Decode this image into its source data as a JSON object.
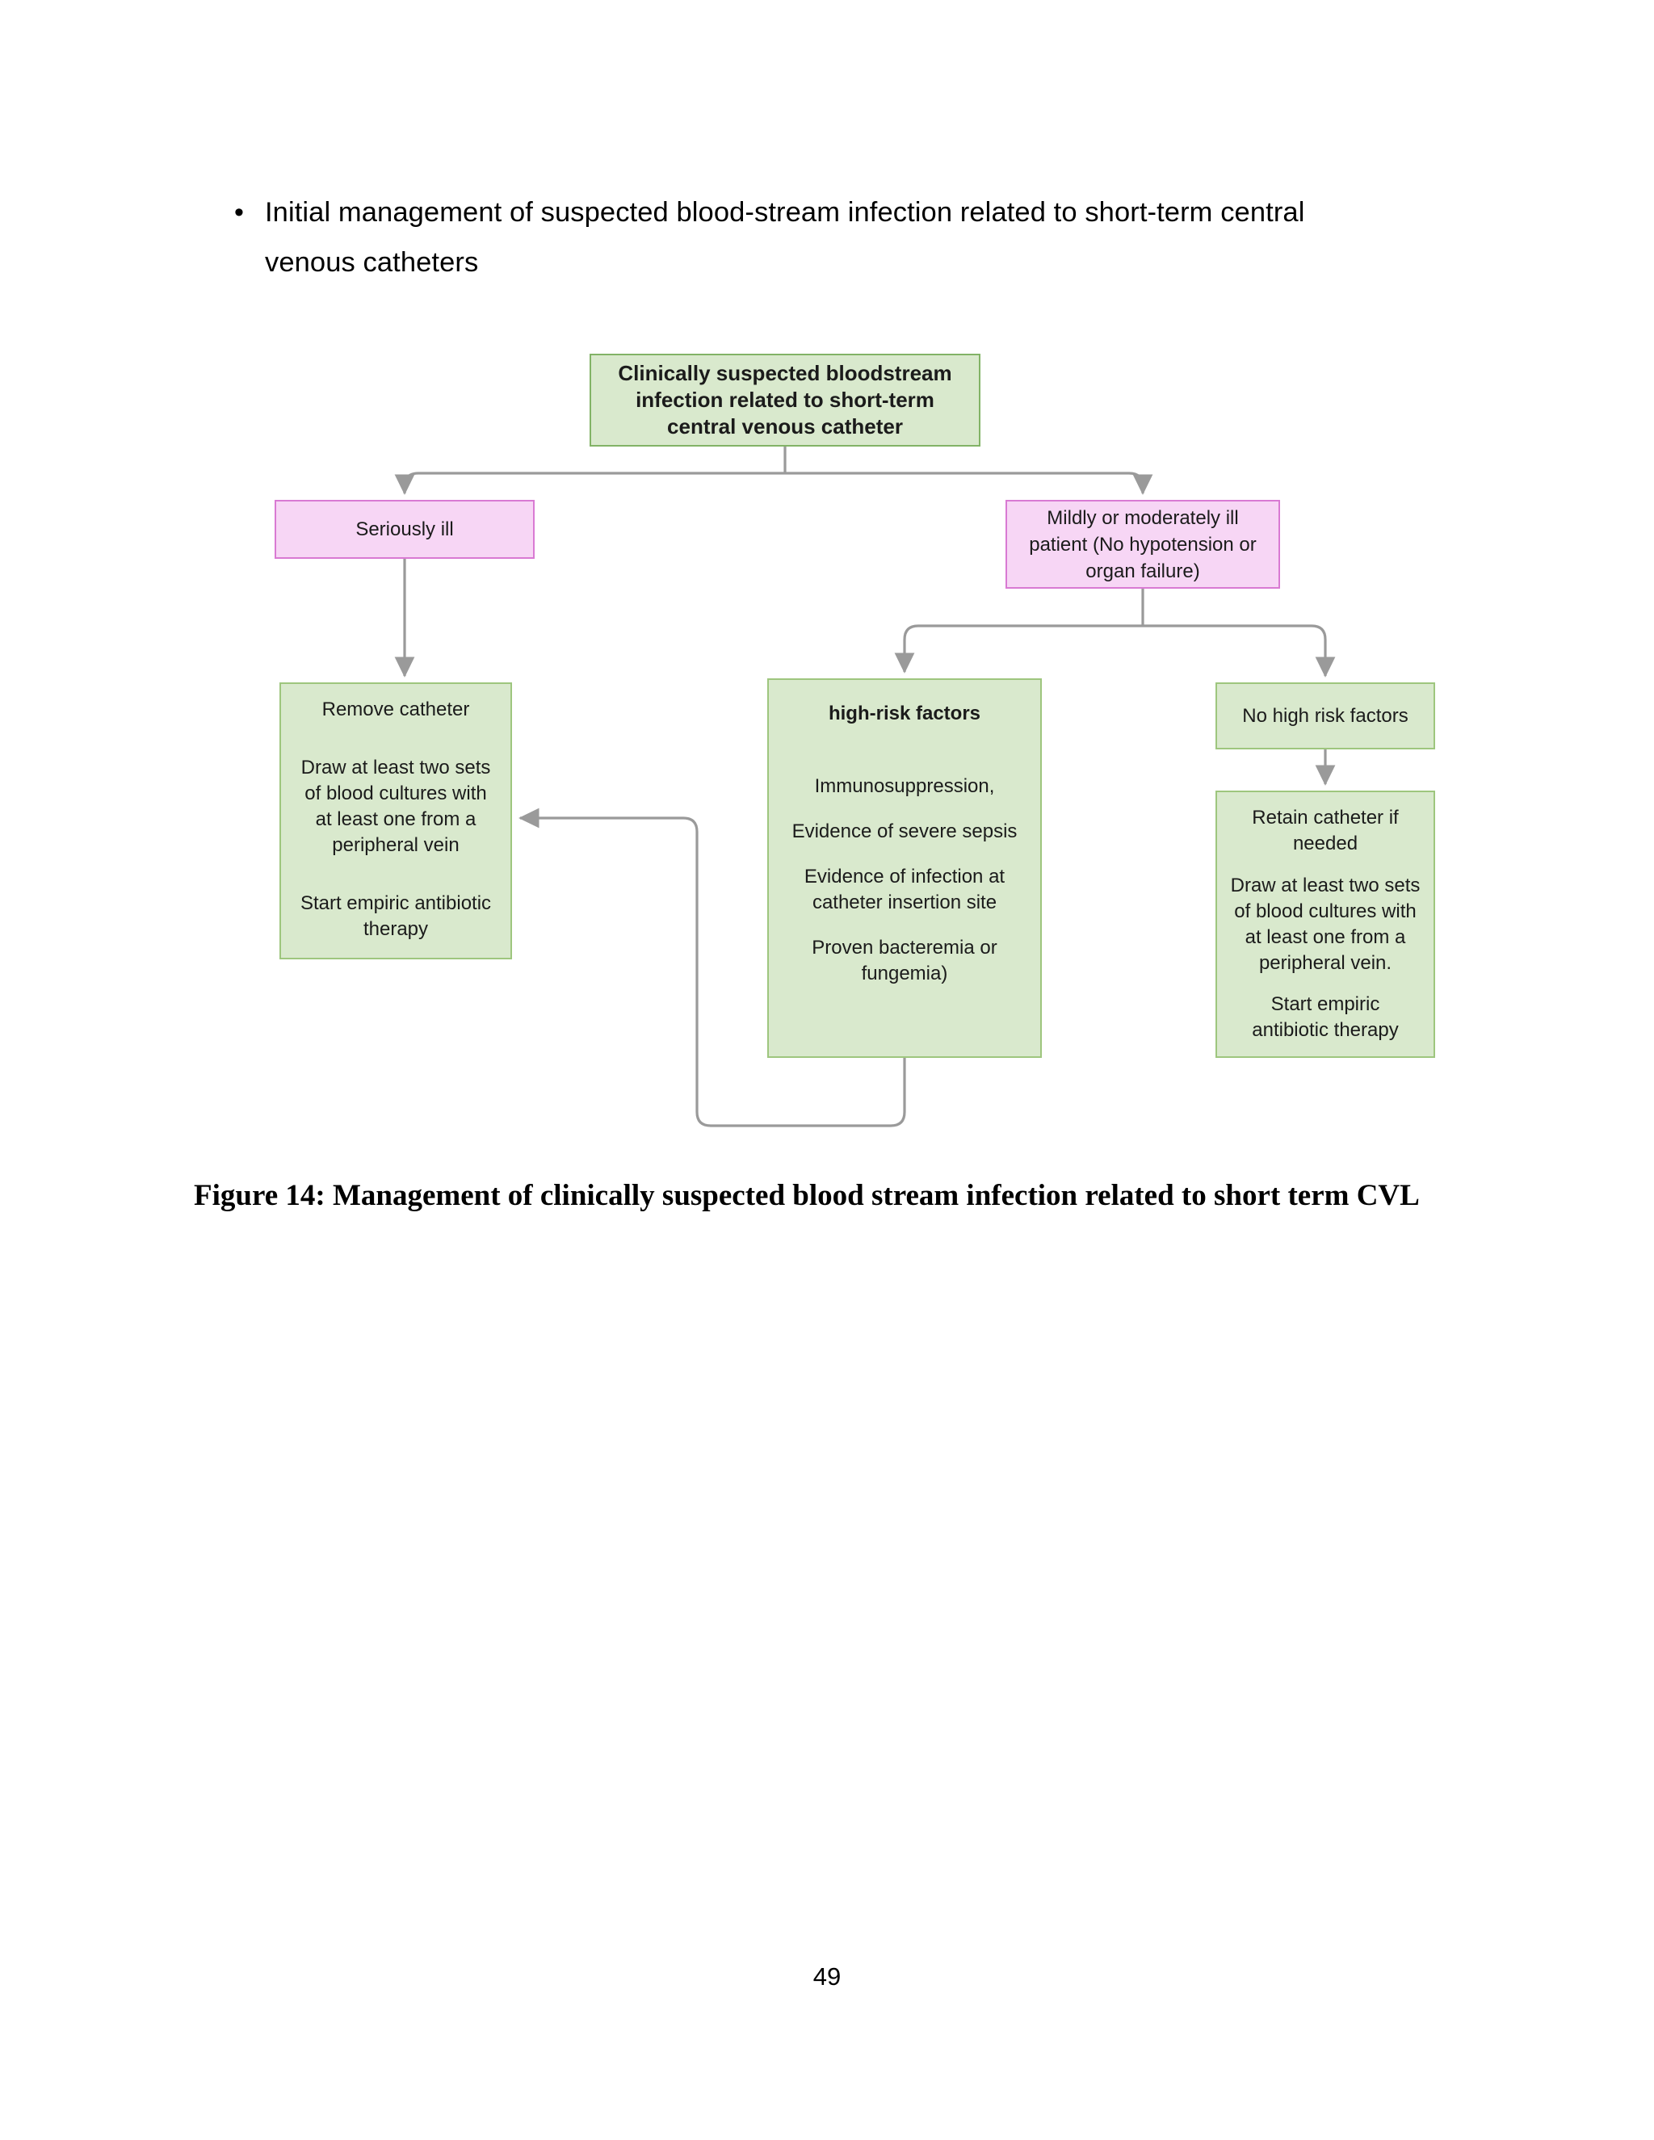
{
  "document": {
    "page_number": "49",
    "bullet": {
      "marker": "•",
      "text": "Initial management of suspected blood-stream infection related to short-term central venous catheters"
    },
    "caption": "Figure 14: Management of clinically suspected blood stream infection related to short term CVL"
  },
  "colors": {
    "green_fill": "#d9e9cd",
    "green_border": "#82b366",
    "pink_fill": "#f7d6f5",
    "pink_border": "#d97ad3",
    "connector": "#9a9a9a",
    "text": "#1b1b1b"
  },
  "flowchart": {
    "nodes": {
      "root": {
        "id": "clinically-suspected-bloodstream-infection",
        "style": "green",
        "bold": true,
        "lines": [
          "Clinically suspected bloodstream",
          "infection related to short-term",
          "central venous catheter"
        ]
      },
      "seriously_ill": {
        "id": "seriously-ill",
        "style": "pink",
        "lines": [
          "Seriously ill"
        ]
      },
      "mildly_ill": {
        "id": "mildly-or-moderately-ill-patient",
        "style": "pink",
        "lines": [
          "Mildly or moderately ill",
          "patient (No hypotension or",
          "organ failure)"
        ]
      },
      "remove_catheter": {
        "id": "remove-catheter",
        "style": "green",
        "blocks": [
          {
            "lines": [
              "Remove catheter"
            ]
          },
          {
            "lines": [
              "Draw at least two sets",
              "of blood cultures with",
              "at least one from a",
              "peripheral vein"
            ]
          },
          {
            "lines": [
              "Start empiric antibiotic",
              "therapy"
            ]
          }
        ]
      },
      "high_risk_factors": {
        "id": "high-risk-factors",
        "style": "green",
        "heading": "high-risk factors",
        "blocks": [
          {
            "lines": [
              "Immunosuppression,"
            ]
          },
          {
            "lines": [
              "Evidence of severe sepsis"
            ]
          },
          {
            "lines": [
              "Evidence of infection at",
              "catheter insertion site"
            ]
          },
          {
            "lines": [
              "Proven bacteremia or",
              "fungemia)"
            ]
          }
        ]
      },
      "no_high_risk_factors": {
        "id": "no-high-risk-factors",
        "style": "green",
        "lines": [
          "No high risk factors"
        ]
      },
      "retain_catheter": {
        "id": "retain-catheter-if-needed",
        "style": "green",
        "blocks": [
          {
            "lines": [
              "Retain catheter if",
              "needed"
            ]
          },
          {
            "lines": [
              "Draw at least two sets",
              "of blood cultures with",
              "at least one from a",
              "peripheral vein."
            ]
          },
          {
            "lines": [
              "Start empiric",
              "antibiotic therapy"
            ]
          }
        ]
      }
    },
    "edges": [
      {
        "from": "root",
        "to": "seriously_ill",
        "arrow": true
      },
      {
        "from": "root",
        "to": "mildly_ill",
        "arrow": true
      },
      {
        "from": "seriously_ill",
        "to": "remove_catheter",
        "arrow": true
      },
      {
        "from": "mildly_ill",
        "to": "high_risk_factors",
        "arrow": true
      },
      {
        "from": "mildly_ill",
        "to": "no_high_risk_factors",
        "arrow": true
      },
      {
        "from": "no_high_risk_factors",
        "to": "retain_catheter",
        "arrow": true
      },
      {
        "from": "high_risk_factors",
        "to": "remove_catheter",
        "arrow": true,
        "routing": "loop-back-left"
      }
    ]
  }
}
